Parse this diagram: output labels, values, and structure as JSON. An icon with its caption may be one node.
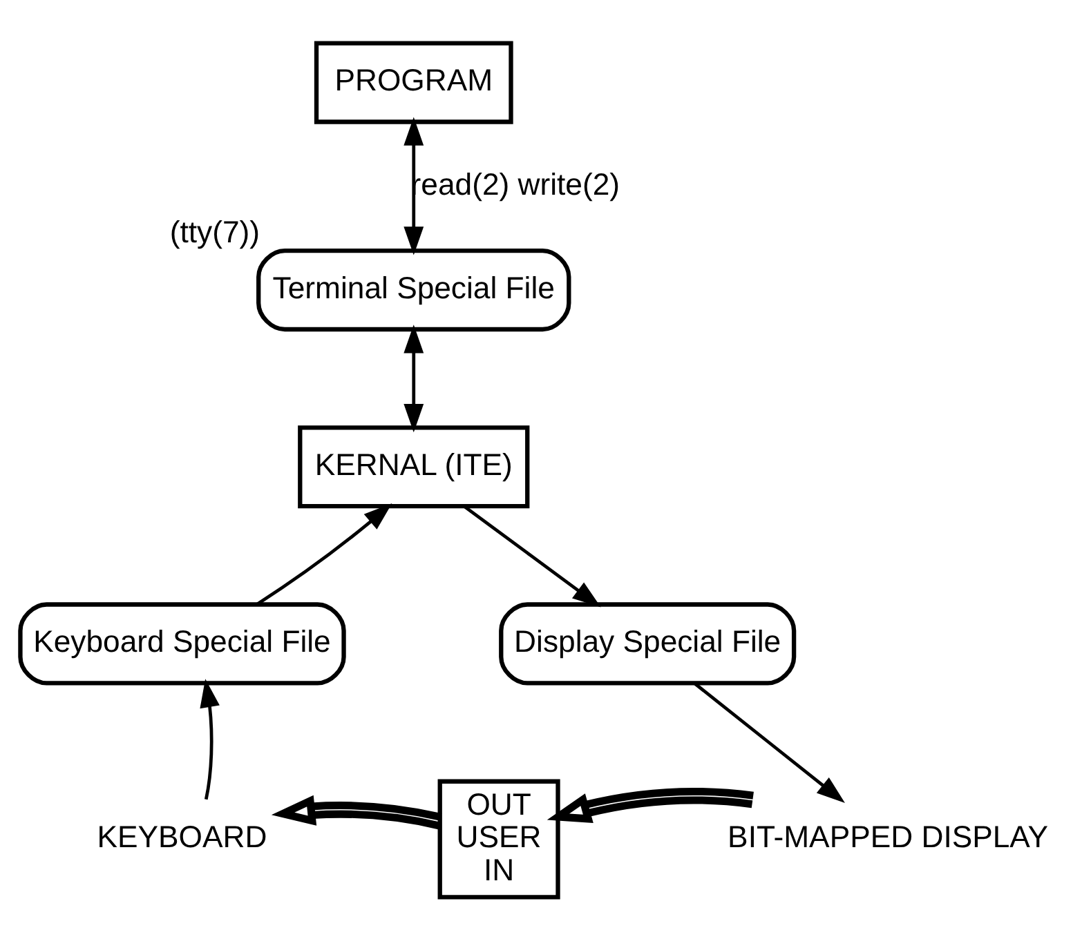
{
  "diagram": {
    "nodes": [
      {
        "text": [
          "PROGRAM"
        ]
      },
      {
        "text": [
          "Terminal Special File"
        ],
        "beside": [
          "(tty(7))"
        ]
      },
      {
        "text": [
          "KERNAL (ITE)"
        ]
      },
      {
        "text": [
          "Keyboard Special File"
        ]
      },
      {
        "text": [
          "Display Special File"
        ]
      },
      {
        "text": [
          "OUT",
          "USER",
          "IN"
        ]
      },
      {
        "text": [
          "KEYBOARD"
        ]
      },
      {
        "text": [
          "BIT-MAPPED DISPLAY"
        ]
      }
    ],
    "edges": [
      {
        "from": 0,
        "to": 1,
        "arrow": "both",
        "label": "read(2) write(2)"
      },
      {
        "from": 1,
        "to": 2,
        "arrow": "both"
      },
      {
        "from": 3,
        "to": 2,
        "arrow": "to"
      },
      {
        "from": 2,
        "to": 4,
        "arrow": "to"
      },
      {
        "from": 4,
        "to": 7,
        "arrow": "to"
      },
      {
        "from": 6,
        "to": 3,
        "arrow": "to"
      },
      {
        "from": 5,
        "to": 6,
        "arrow": "to",
        "style": "thick"
      },
      {
        "from": 7,
        "to": 5,
        "arrow": "to",
        "style": "thick"
      }
    ]
  }
}
